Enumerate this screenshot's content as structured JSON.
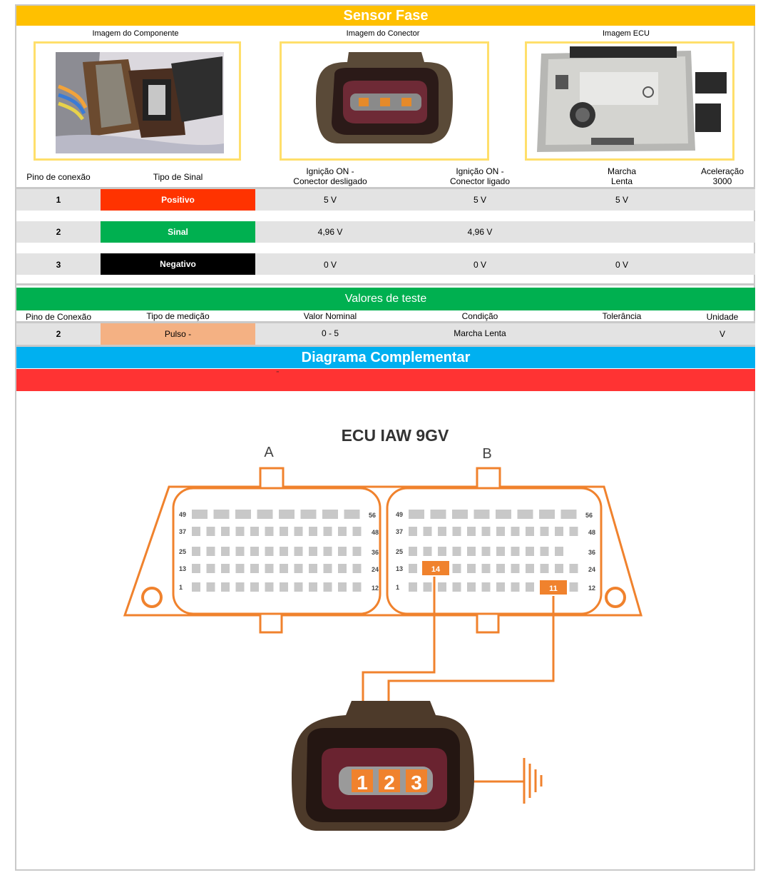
{
  "title": "Sensor Fase",
  "images": {
    "component_label": "Imagem do Componente",
    "connector_label": "Imagem do Conector",
    "ecu_label": "Imagem ECU"
  },
  "signal_table": {
    "headers": [
      "Pino de conexão",
      "Tipo de Sinal",
      "Ignição ON -\nConector desligado",
      "Ignição ON -\nConector ligado",
      "Marcha\nLenta",
      "Aceleração\n3000"
    ],
    "rows": [
      {
        "pin": "1",
        "type": "Positivo",
        "type_color": "#ff3300",
        "ign_off": "5 V",
        "ign_on": "5 V",
        "idle": "5 V",
        "accel": ""
      },
      {
        "pin": "2",
        "type": "Sinal",
        "type_color": "#00b050",
        "ign_off": "4,96 V",
        "ign_on": "4,96 V",
        "idle": "",
        "accel": ""
      },
      {
        "pin": "3",
        "type": "Negativo",
        "type_color": "#000000",
        "ign_off": "0 V",
        "ign_on": "0 V",
        "idle": "0 V",
        "accel": ""
      }
    ]
  },
  "test_values": {
    "title": "Valores de teste",
    "headers": [
      "Pino de Conexão",
      "Tipo de medição",
      "Valor Nominal",
      "Condição",
      "Tolerância",
      "Unidade"
    ],
    "row": {
      "pin": "2",
      "type": "Pulso -",
      "type_color": "#f4b183",
      "nominal": "0 - 5",
      "condition": "Marcha Lenta",
      "tolerance": "",
      "unit": "V"
    }
  },
  "diagram": {
    "title": "Diagrama Complementar",
    "red_mark": "\"",
    "ecu_title": "ECU IAW 9GV",
    "block_a": "A",
    "block_b": "B",
    "pin_labels_a": [
      "49",
      "56",
      "37",
      "48",
      "25",
      "36",
      "13",
      "24",
      "1",
      "12"
    ],
    "pin_labels_b": [
      "49",
      "56",
      "37",
      "48",
      "25",
      "36",
      "13",
      "24",
      "1",
      "12"
    ],
    "highlight_pin_14": "14",
    "highlight_pin_11": "11",
    "connector_pins": [
      "1",
      "2",
      "3"
    ],
    "accent_color": "#f0822d"
  }
}
